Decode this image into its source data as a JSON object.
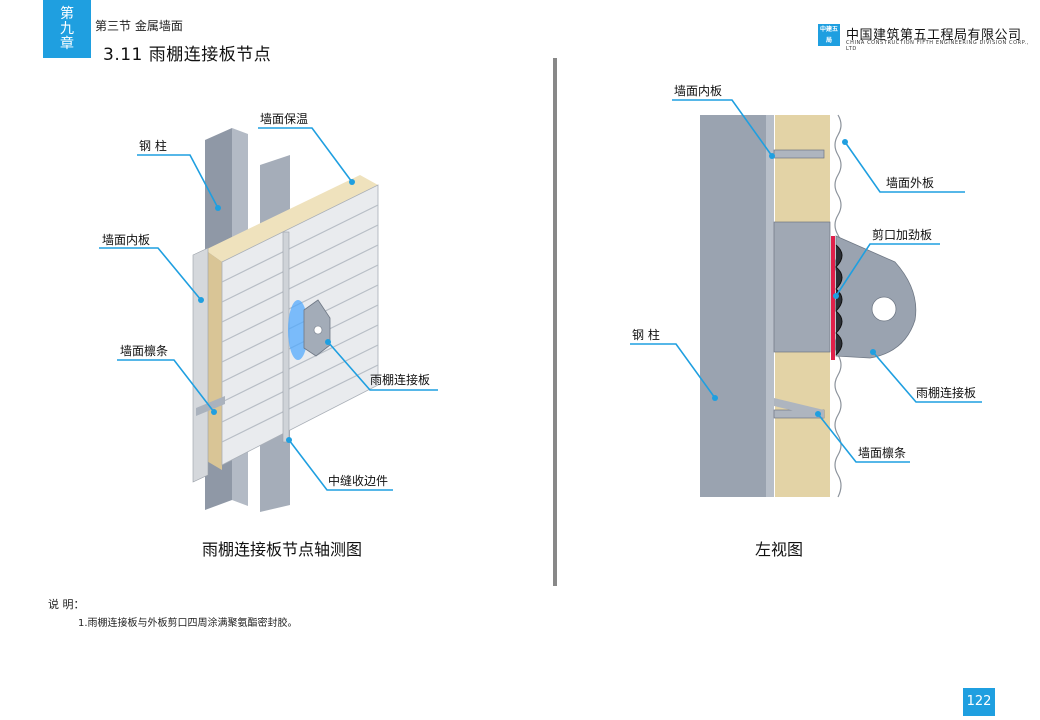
{
  "header": {
    "chapter_tab": [
      "第",
      "九",
      "章"
    ],
    "section": "第三节  金属墙面",
    "title": "3.11  雨棚连接板节点",
    "logo_text": "中建五局",
    "company_cn": "中国建筑第五工程局有限公司",
    "company_en": "CHINA CONSTRUCTION FIFTH ENGINEERING DIVISION CORP., LTD"
  },
  "left_figure": {
    "caption": "雨棚连接板节点轴测图",
    "labels": {
      "steel_column": "钢    柱",
      "wall_insulation": "墙面保温",
      "inner_panel": "墙面内板",
      "purlin": "墙面檩条",
      "canopy_plate": "雨棚连接板",
      "seam_trim": "中缝收边件"
    }
  },
  "right_figure": {
    "caption": "左视图",
    "labels": {
      "inner_panel": "墙面内板",
      "outer_panel": "墙面外板",
      "cut_stiffener": "剪口加劲板",
      "steel_column": "钢    柱",
      "canopy_plate": "雨棚连接板",
      "purlin": "墙面檩条"
    }
  },
  "notes": {
    "title": "说    明：",
    "items": [
      "1.雨棚连接板与外板剪口四周涂满聚氨酯密封胶。"
    ]
  },
  "page_number": "122",
  "colors": {
    "accent": "#1f9fe0",
    "steel": "#9aa3b0",
    "insulation": "#e3d3a6",
    "sealant": "#e0204a"
  }
}
